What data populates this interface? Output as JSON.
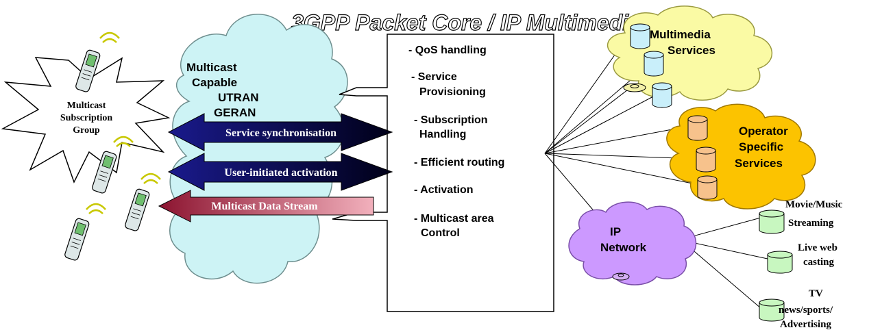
{
  "title": "3GPP Packet Core / IP Multimedia",
  "subscription_group": {
    "line1": "Multicast",
    "line2": "Subscription",
    "line3": "Group"
  },
  "ran_cloud": {
    "line1": "Multicast",
    "line2": "Capable",
    "line3": "UTRAN",
    "line4": "GERAN"
  },
  "arrows": {
    "service_sync": "Service synchronisation",
    "user_activation": "User-initiated activation",
    "data_stream": "Multicast Data Stream"
  },
  "core_functions": {
    "qos": "- QoS handling",
    "provisioning_1": "- Service",
    "provisioning_2": "Provisioning",
    "subscription_1": "- Subscription",
    "subscription_2": "Handling",
    "routing": "- Efficient routing",
    "activation": "- Activation",
    "area_1": "- Multicast area",
    "area_2": "Control"
  },
  "multimedia_services": {
    "line1": "Multimedia",
    "line2": "Services"
  },
  "operator_services": {
    "line1": "Operator",
    "line2": "Specific",
    "line3": "Services"
  },
  "ip_network": {
    "line1": "IP",
    "line2": "Network"
  },
  "ip_services": {
    "movie_1": "Movie/Music",
    "movie_2": "Streaming",
    "live_1": "Live web",
    "live_2": "casting",
    "tv_1": "TV",
    "tv_2": "news/sports/",
    "tv_3": "Advertising"
  },
  "colors": {
    "ran_cloud": "#cdf3f5",
    "multimedia_cloud": "#fafaa4",
    "operator_cloud": "#fcc300",
    "ip_cloud": "#cc99ff",
    "arrow_dark": "#0b0b5c",
    "arrow_red": "#b23048",
    "db_blue": "#c9effa",
    "db_orange": "#f7c28c",
    "db_green": "#c8f7c0"
  }
}
